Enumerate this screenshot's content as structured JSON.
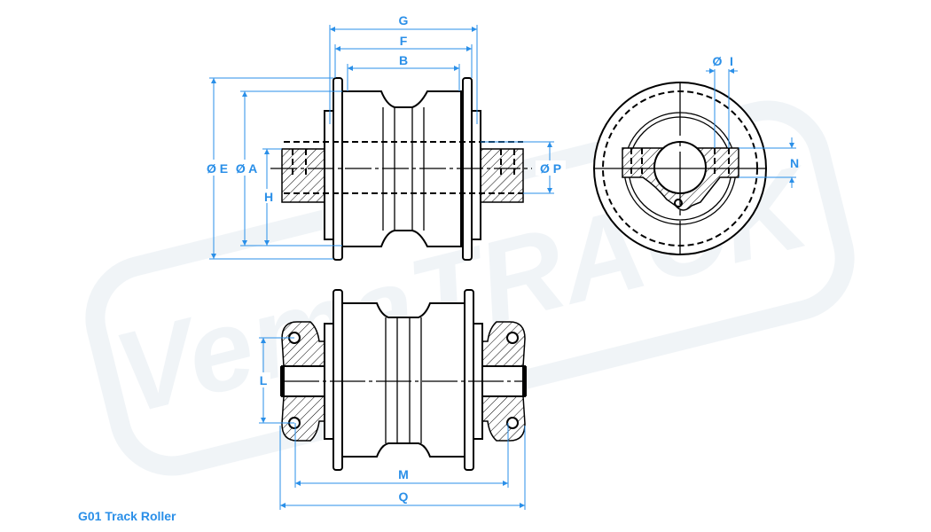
{
  "title": "G01 Track Roller",
  "watermark": "VemaTRACK",
  "dimensions": {
    "G": "G",
    "F": "F",
    "B": "B",
    "E": "Ø E",
    "A": "Ø A",
    "H": "H",
    "P": "Ø P",
    "I_dia": "Ø",
    "I": "I",
    "N": "N",
    "L": "L",
    "M": "M",
    "Q": "Q"
  },
  "colors": {
    "dimension": "#2a8fe8",
    "line": "#000000"
  }
}
